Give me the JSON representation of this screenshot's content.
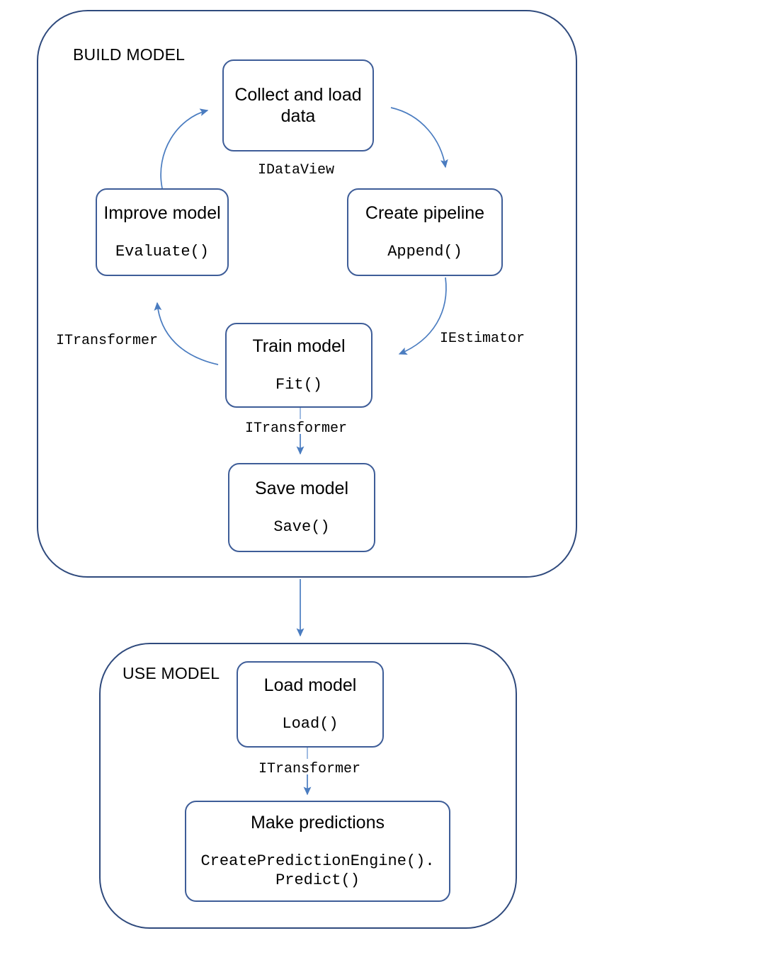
{
  "diagram": {
    "title_build": "BUILD MODEL",
    "title_use": "USE MODEL",
    "accent_dark": "#2f4a7d",
    "accent_node": "#3e5d98",
    "accent_arrow": "#4a7cc0"
  },
  "groups": [
    {
      "id": "build",
      "label": "BUILD MODEL"
    },
    {
      "id": "use",
      "label": "USE MODEL"
    }
  ],
  "nodes": {
    "collect": {
      "title": "Collect and load\ndata",
      "api": ""
    },
    "pipeline": {
      "title": "Create pipeline",
      "api": "Append()"
    },
    "train": {
      "title": "Train model",
      "api": "Fit()"
    },
    "improve": {
      "title": "Improve model",
      "api": "Evaluate()"
    },
    "save": {
      "title": "Save model",
      "api": "Save()"
    },
    "load": {
      "title": "Load model",
      "api": "Load()"
    },
    "predict": {
      "title": "Make predictions",
      "api": "CreatePredictionEngine().\nPredict()"
    }
  },
  "edge_labels": {
    "idataview": "IDataView",
    "iestimator": "IEstimator",
    "itransformer_left": "ITransformer",
    "itransformer_save": "ITransformer",
    "itransformer_use": "ITransformer"
  }
}
